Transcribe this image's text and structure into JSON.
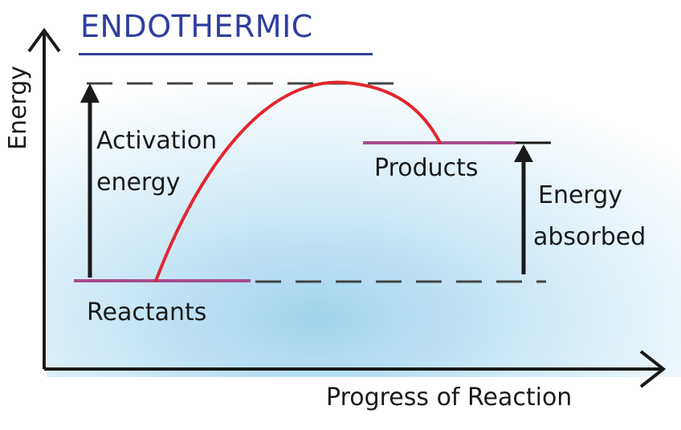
{
  "diagram": {
    "title": "ENDOTHERMIC",
    "y_axis_label": "Energy",
    "x_axis_label": "Progress of Reaction",
    "labels": {
      "activation_line1": "Activation",
      "activation_line2": "energy",
      "products": "Products",
      "reactants": "Reactants",
      "absorbed_line1": "Energy",
      "absorbed_line2": "absorbed"
    },
    "colors": {
      "title": "#2f3e9e",
      "curve": "#e3262f",
      "levels": "#a64d8c",
      "axes": "#1a1a1a",
      "dashes": "#444444",
      "background_glow": "#bfe3f3"
    }
  }
}
